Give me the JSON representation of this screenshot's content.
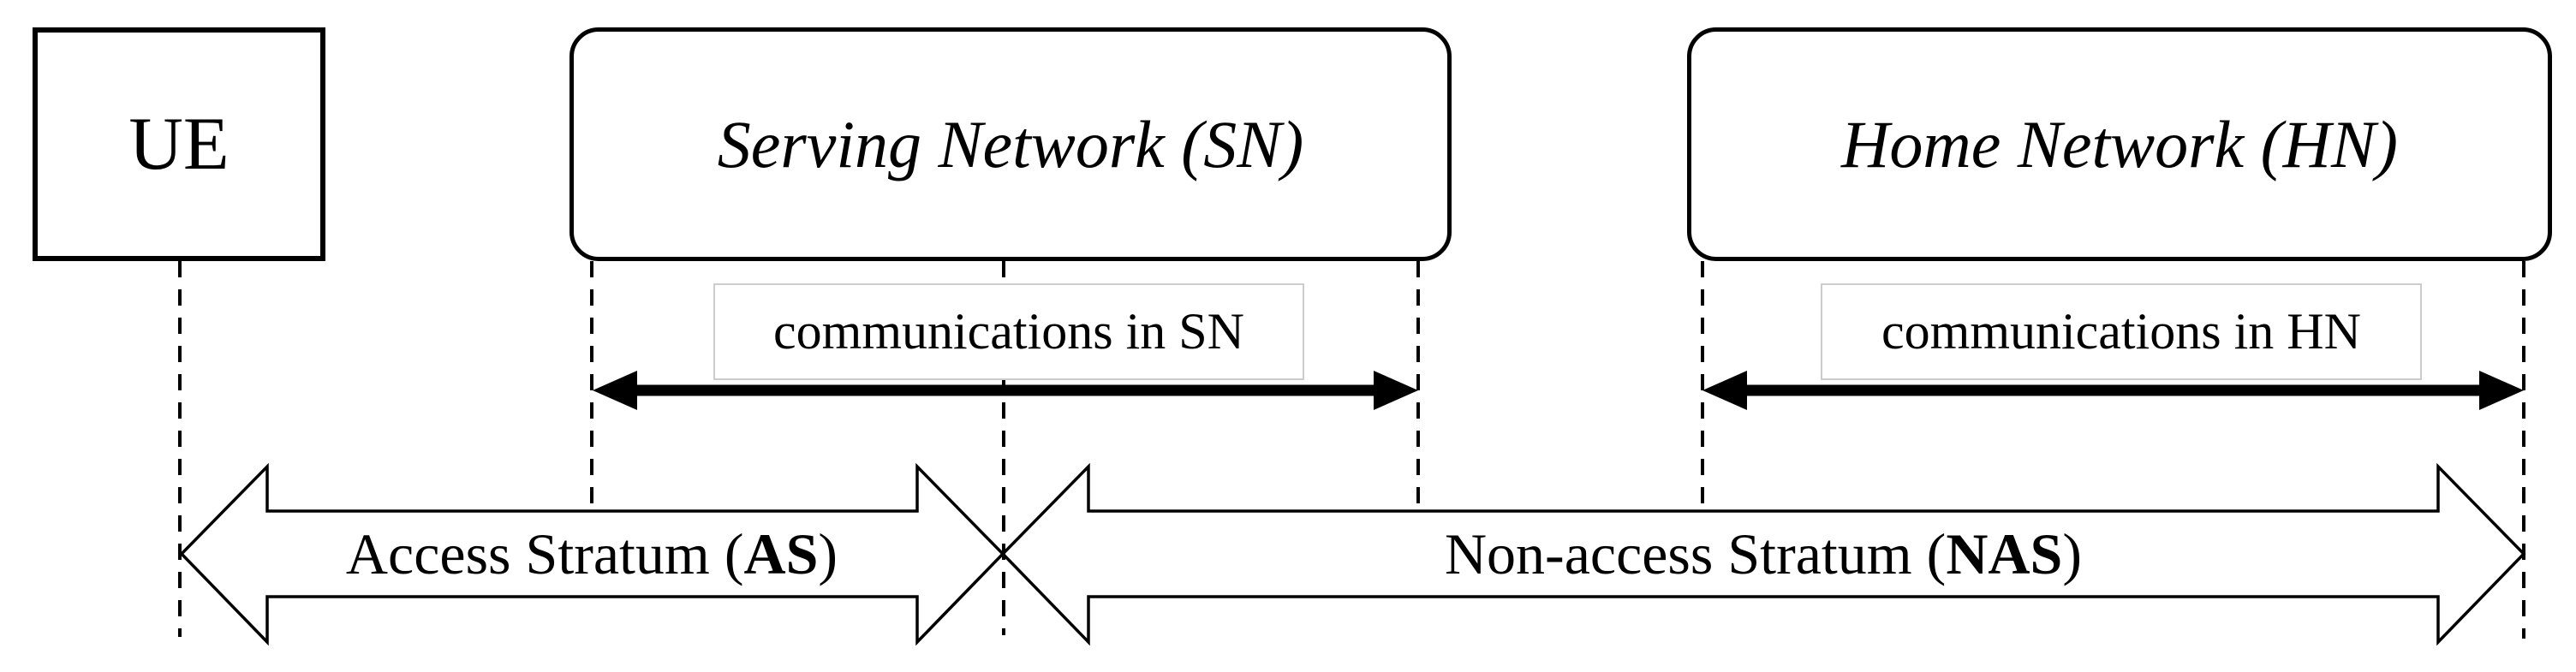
{
  "diagram": {
    "nodes": {
      "ue": {
        "label": "UE"
      },
      "sn": {
        "label": "Serving Network (SN)"
      },
      "hn": {
        "label": "Home Network (HN)"
      }
    },
    "comm": {
      "sn": {
        "label": "communications in SN"
      },
      "hn": {
        "label": "communications in HN"
      }
    },
    "strata": {
      "as": {
        "prefix": "Access Stratum (",
        "abbr": "AS",
        "suffix": ")"
      },
      "nas": {
        "prefix": "Non-access Stratum (",
        "abbr": "NAS",
        "suffix": ")"
      }
    },
    "colors": {
      "ink": "#000000",
      "background": "#ffffff",
      "comm_label_border": "#cccccc"
    }
  }
}
